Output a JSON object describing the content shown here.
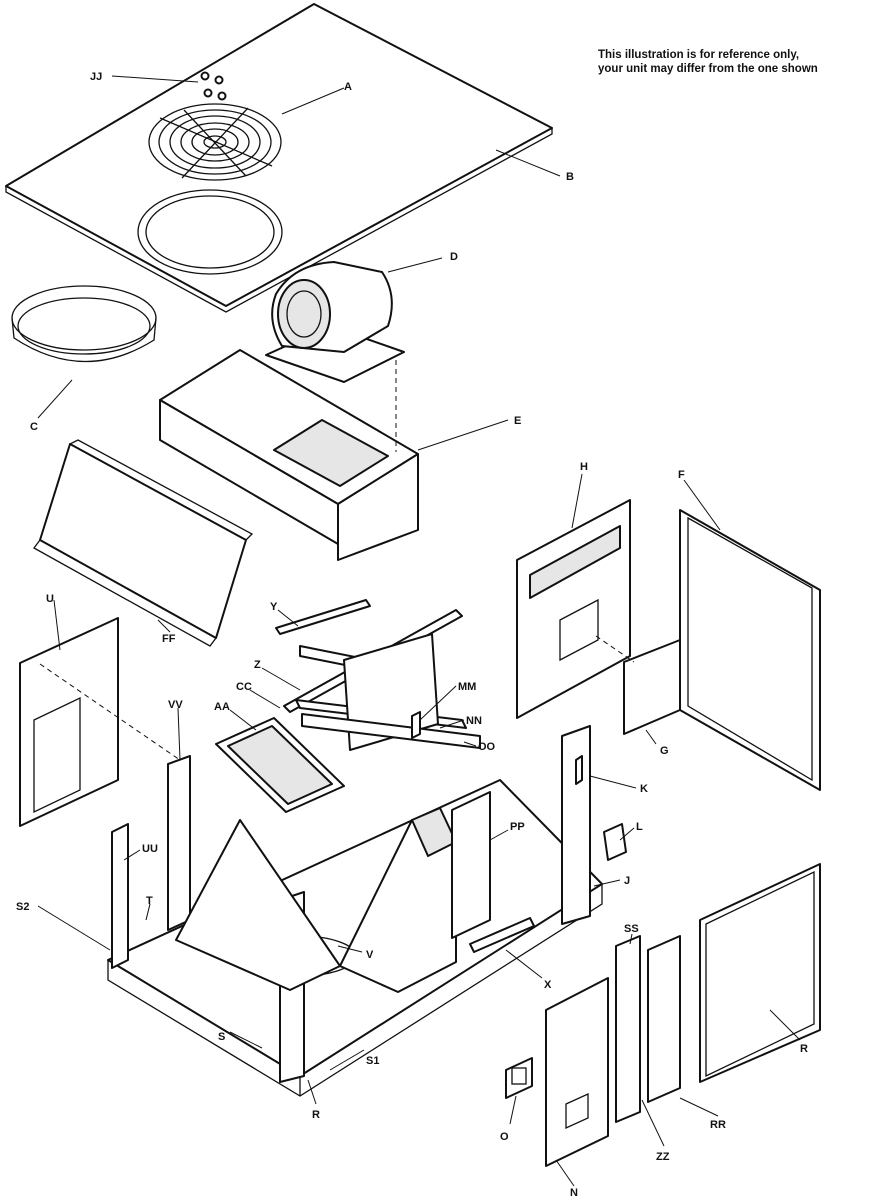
{
  "note": {
    "line1": "This illustration is for reference only,",
    "line2": "your unit may differ from the one shown"
  },
  "labels": {
    "A": "A",
    "B": "B",
    "C": "C",
    "D": "D",
    "E": "E",
    "F": "F",
    "G": "G",
    "H": "H",
    "J": "J",
    "K": "K",
    "L": "L",
    "N": "N",
    "O": "O",
    "R": "R",
    "S": "S",
    "S1": "S1",
    "S2": "S2",
    "T": "T",
    "U": "U",
    "V": "V",
    "X": "X",
    "Y": "Y",
    "Z": "Z",
    "AA": "AA",
    "CC": "CC",
    "FF": "FF",
    "JJ": "JJ",
    "MM": "MM",
    "NN": "NN",
    "OO": "OO",
    "PP": "PP",
    "RR": "RR",
    "SS": "SS",
    "UU": "UU",
    "VV": "VV",
    "ZZ": "ZZ",
    "RIGHT_PANEL": "R"
  }
}
